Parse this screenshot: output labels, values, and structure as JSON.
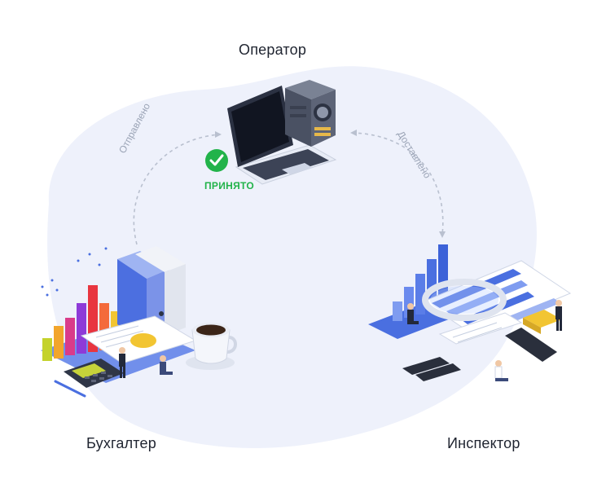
{
  "nodes": {
    "operator": "Оператор",
    "accountant": "Бухгалтер",
    "inspector": "Инспектор"
  },
  "status": {
    "accepted": "ПРИНЯТО",
    "color": "#22b34a"
  },
  "arrows": {
    "sent": "Отправлено",
    "delivered": "Доставлено"
  },
  "colors": {
    "background_blob": "#eef1fb",
    "arrow": "#b9c0cf",
    "accent_blue": "#4a6fe0"
  },
  "icons": [
    "laptop-icon",
    "server-icon",
    "check-circle-icon",
    "folders-icon",
    "bar-chart-icon",
    "coffee-cup-icon",
    "calculator-icon",
    "magnifier-icon",
    "documents-icon",
    "person-icon"
  ]
}
